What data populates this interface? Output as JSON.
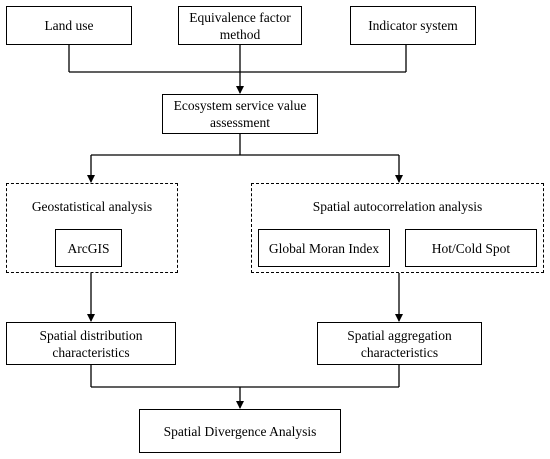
{
  "diagram": {
    "inputs": {
      "land_use": "Land use",
      "equivalence_line1": "Equivalence factor",
      "equivalence_line2": "method",
      "indicator_system": "Indicator system"
    },
    "assessment": {
      "line1": "Ecosystem service value",
      "line2": "assessment"
    },
    "left_group": {
      "title": "Geostatistical analysis",
      "tool": "ArcGIS"
    },
    "right_group": {
      "title": "Spatial autocorrelation analysis",
      "tool_1": "Global Moran Index",
      "tool_2": "Hot/Cold Spot"
    },
    "left_result": {
      "line1": "Spatial distribution",
      "line2": "characteristics"
    },
    "right_result": {
      "line1": "Spatial aggregation",
      "line2": "characteristics"
    },
    "final": "Spatial Divergence Analysis"
  }
}
